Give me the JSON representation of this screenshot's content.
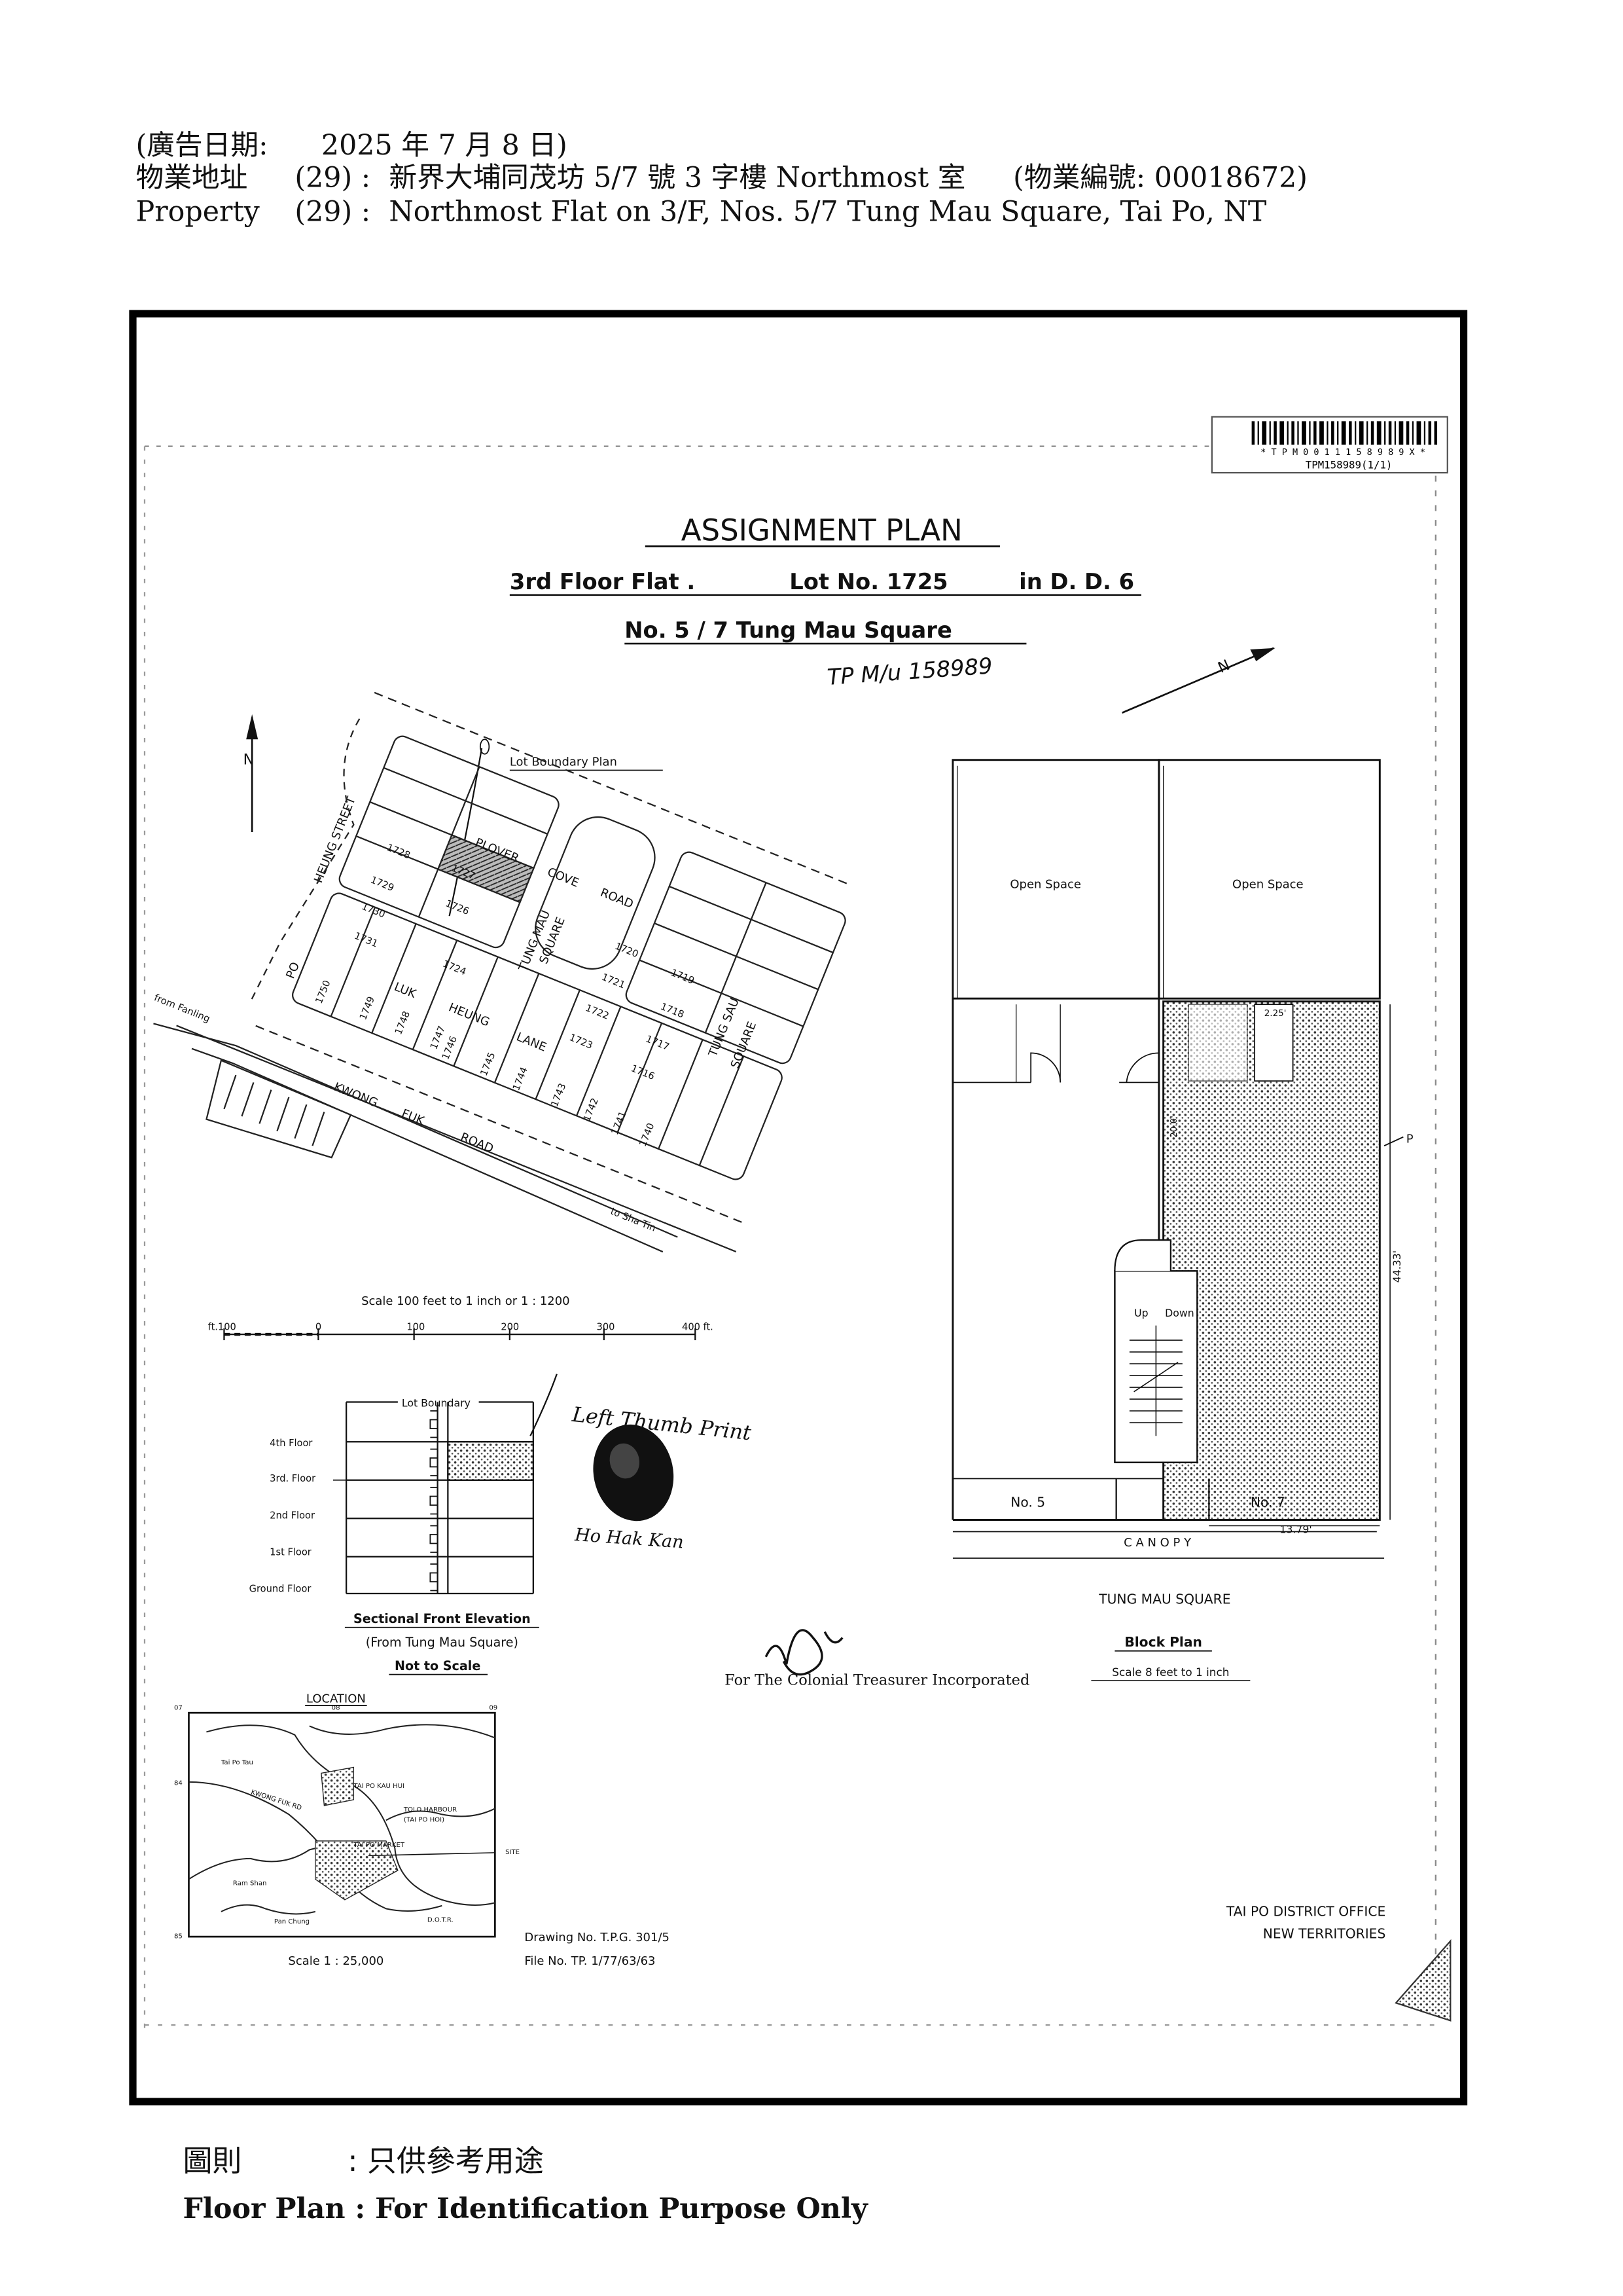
{
  "header": {
    "line1_prefix": "(廣告日期:",
    "line1_date": "2025 年 7 月 8 日)",
    "line2_label": "物業地址",
    "line2_no": "(29) :",
    "line2_value": "新界大埔同茂坊 5/7 號 3 字樓 Northmost 室",
    "line2_ref": "(物業編號: 00018672)",
    "line3_label": "Property",
    "line3_no": "(29) :",
    "line3_value": "Northmost Flat on 3/F, Nos. 5/7 Tung Mau Square, Tai Po, NT"
  },
  "barcode": {
    "digits": "* T P M 0 0 1 1 1 5 8 9 8 9 X *",
    "ref": "TPM158989(1/1)"
  },
  "plan": {
    "title": "ASSIGNMENT   PLAN",
    "sub1_a": "3rd  Floor  Flat .",
    "sub1_b": "Lot  No.  1725",
    "sub1_c": "in  D. D. 6",
    "sub2": "No.   5 / 7   Tung  Mau  Square",
    "handwritten_ref": "TP M/u 158989",
    "north_left": "N",
    "north_right": "N",
    "lot_boundary_plan": "Lot  Boundary  Plan",
    "streets": {
      "plover": "PLOVER",
      "cove": "COVE",
      "road1": "ROAD",
      "heung_street": "HEUNG  STREET",
      "po": "PO",
      "tung_mau_square": "TUNG MAU",
      "square": "SQUARE",
      "luk": "LUK",
      "heung": "HEUNG",
      "lane": "LANE",
      "tung_sau": "TUNG SAU",
      "tung_sau_square": "SQUARE",
      "kwong": "KWONG",
      "fuk": "FUK",
      "road2": "ROAD",
      "from_fanling": "from  Fanling",
      "to_sha_tin": "to  Sha  Tin"
    },
    "lots": [
      "1728",
      "1727",
      "1729",
      "1726",
      "1730",
      "1731",
      "1724",
      "1720",
      "1719",
      "1721",
      "1718",
      "1722",
      "1717",
      "1723",
      "1716",
      "1750",
      "1749",
      "1748",
      "1747",
      "1746",
      "1745",
      "1744",
      "1743",
      "1742",
      "1741",
      "1740"
    ],
    "scale_text": "Scale  100  feet  to  1  inch  or  1 : 1200",
    "scale_ticks": [
      "ft.100",
      "0",
      "100",
      "200",
      "300",
      "400 ft."
    ],
    "elevation": {
      "lot_boundary": "Lot  Boundary",
      "floors": [
        "4th  Floor",
        "3rd. Floor",
        "2nd  Floor",
        "1st  Floor",
        "Ground  Floor"
      ],
      "title": "Sectional  Front  Elevation",
      "subtitle": "(From  Tung  Mau  Square)",
      "note": "Not  to  Scale"
    },
    "thumb": {
      "label": "Left  Thumb  Print",
      "name": "Ho  Hak  Kan"
    },
    "treasurer": "For  The  Colonial  Treasurer  Incorporated",
    "location": {
      "title": "LOCATION",
      "places": [
        "Tai Po Tau",
        "TAI PO KAU HUI",
        "KWONG FUK RD",
        "TOLO HARBOUR",
        "(TAI PO HOI)",
        "TAI PO MARKET",
        "SITE",
        "Ram  Shan",
        "Pan  Chung",
        "D.O.T.R."
      ],
      "grid_top": [
        "07",
        "08",
        "09"
      ],
      "grid_side": [
        "84",
        "85"
      ],
      "scale": "Scale  1 : 25,000"
    },
    "drawing_no": "Drawing  No.  T.P.G.  301/5",
    "file_no": "File  No.   TP.  1/77/63/63",
    "block": {
      "open1": "Open   Space",
      "open2": "Open   Space",
      "no5": "No. 5",
      "no7": "No. 7",
      "up": "Up",
      "down": "Down",
      "canopy": "C     A     N     O     P     Y",
      "dim_h": "44.33'",
      "dim_w": "13.79'",
      "dim_small": "2.25'",
      "dim_side": "20.0'",
      "marker": "P",
      "street": "TUNG  MAU  SQUARE",
      "title": "Block  Plan",
      "scale": "Scale  8  feet  to  1  inch"
    },
    "office1": "TAI  PO  DISTRICT OFFICE",
    "office2": "NEW  TERRITORIES"
  },
  "footer": {
    "zh_label": "圖則",
    "zh_value": ": 只供參考用途",
    "en": "Floor Plan : For Identification Purpose Only"
  }
}
